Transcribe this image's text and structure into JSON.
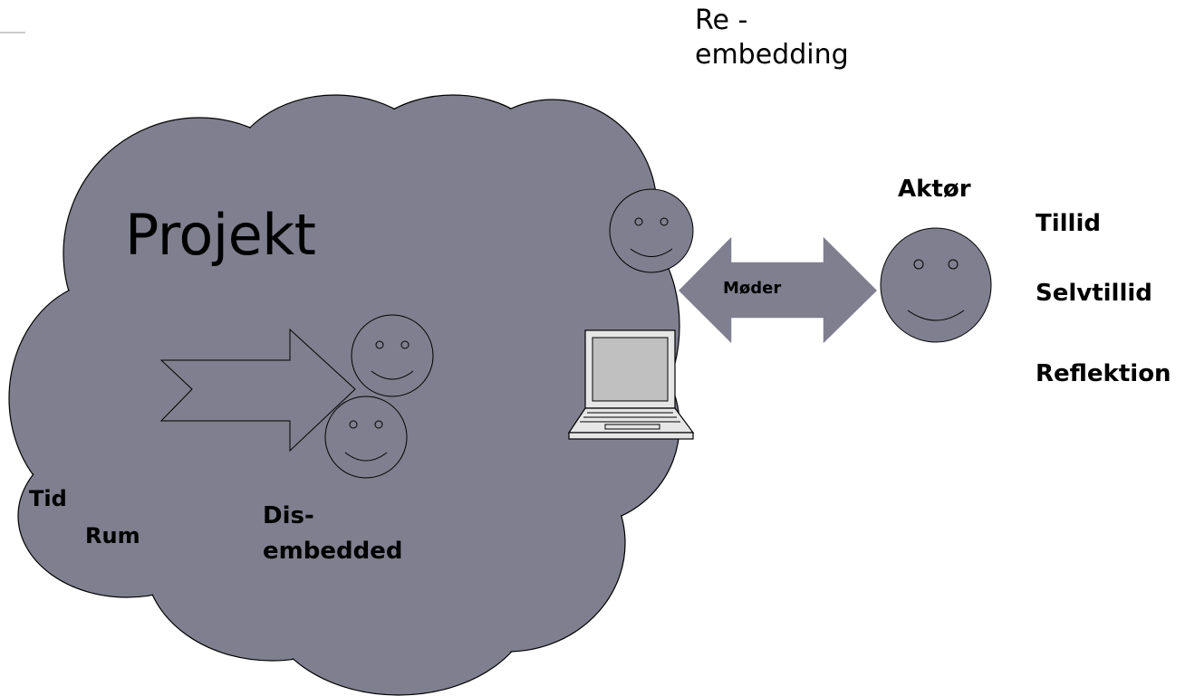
{
  "labels": {
    "reembedding_line1": "Re -",
    "reembedding_line2": "embedding",
    "projekt": "Projekt",
    "tid": "Tid",
    "rum": "Rum",
    "disembedded_line1": "Dis-",
    "disembedded_line2": "embedded",
    "aktor": "Aktør",
    "moder": "Møder",
    "tillid": "Tillid",
    "selvtillid": "Selvtillid",
    "reflektion": "Reflektion"
  },
  "colors": {
    "cloud_fill": "#7f7f8f",
    "face_fill": "#7f7f8f",
    "outline": "#000000",
    "laptop_screen": "#c0c0c0",
    "laptop_body": "#e6e6e6"
  },
  "icons": {
    "cloud": "cloud-shape",
    "faces": "smiley-face-icon",
    "computer": "laptop-icon",
    "flow_arrow": "block-arrow",
    "meeting_arrow": "double-headed-arrow"
  }
}
